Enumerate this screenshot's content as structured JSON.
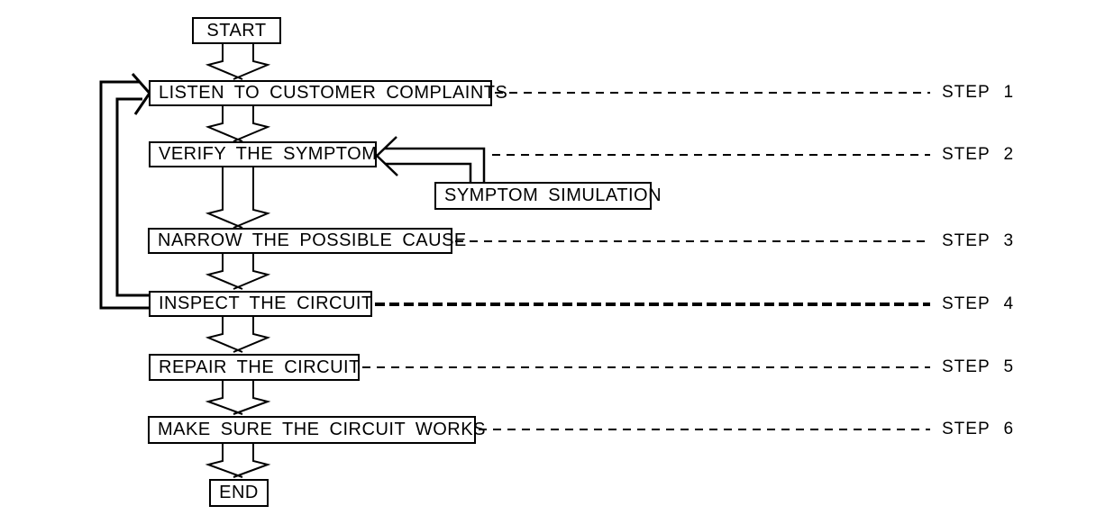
{
  "diagram": {
    "background_color": "#ffffff",
    "line_color": "#000000",
    "nodes": {
      "start": "START",
      "listen": "LISTEN TO CUSTOMER COMPLAINTS",
      "verify": "VERIFY THE SYMPTOM",
      "symptom_simulation": "SYMPTOM SIMULATION",
      "narrow": "NARROW THE POSSIBLE CAUSE",
      "inspect": "INSPECT THE CIRCUIT",
      "repair": "REPAIR THE CIRCUIT",
      "make_sure": "MAKE SURE THE CIRCUIT WORKS",
      "end": "END"
    },
    "step_labels": [
      "STEP 1",
      "STEP 2",
      "STEP 3",
      "STEP 4",
      "STEP 5",
      "STEP 6"
    ],
    "highlighted_step": "STEP 4"
  }
}
